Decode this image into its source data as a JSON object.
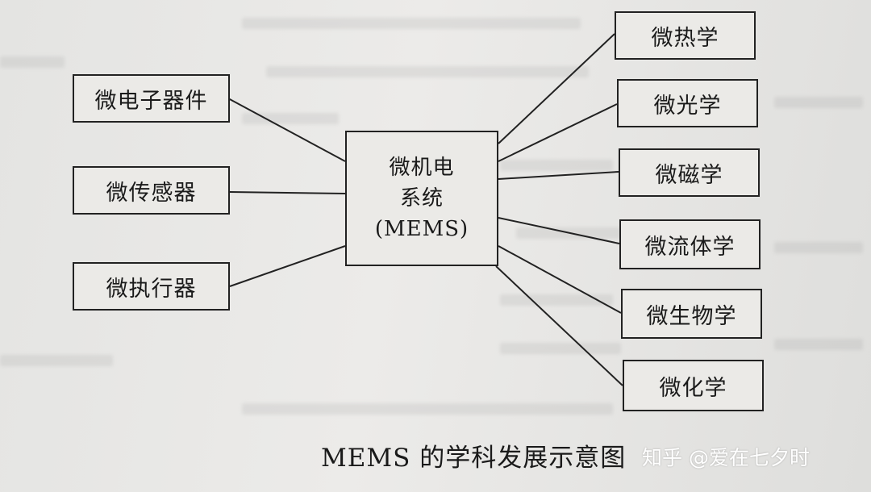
{
  "center": {
    "line1": "微机电",
    "line2": "系统",
    "line3": "(MEMS)"
  },
  "left": [
    "微电子器件",
    "微传感器",
    "微执行器"
  ],
  "right": [
    "微热学",
    "微光学",
    "微磁学",
    "微流体学",
    "微生物学",
    "微化学"
  ],
  "caption": "MEMS 的学科发展示意图",
  "watermark": "知乎 @爱在七夕时",
  "colors": {
    "line": "#222222",
    "box_border": "#222222",
    "paper": "#e7e6e4"
  }
}
